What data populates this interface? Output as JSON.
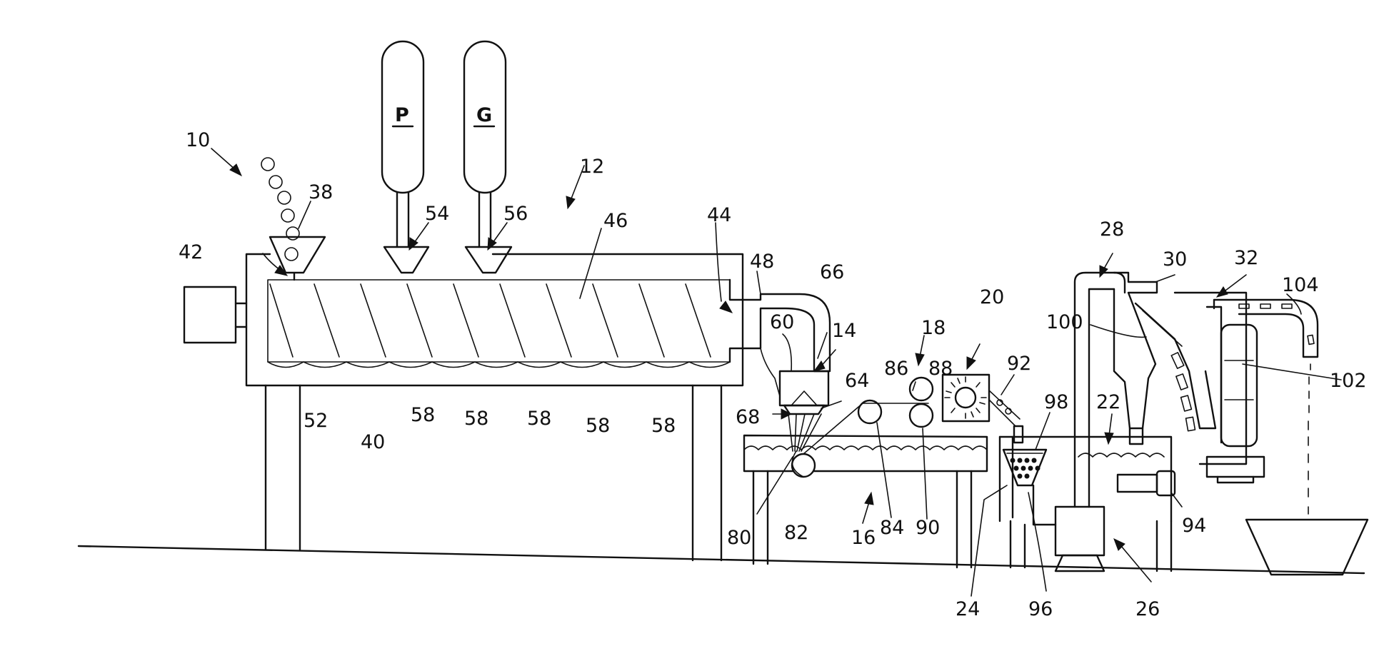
{
  "tanks": {
    "p": "P",
    "g": "G"
  },
  "labels": {
    "n10": "10",
    "n12": "12",
    "n14": "14",
    "n16": "16",
    "n18": "18",
    "n20": "20",
    "n22": "22",
    "n24": "24",
    "n26": "26",
    "n28": "28",
    "n30": "30",
    "n32": "32",
    "n38": "38",
    "n40": "40",
    "n42": "42",
    "n44": "44",
    "n46": "46",
    "n48": "48",
    "n52": "52",
    "n54": "54",
    "n56": "56",
    "n58": "58",
    "n60": "60",
    "n64": "64",
    "n66": "66",
    "n68": "68",
    "n80": "80",
    "n82": "82",
    "n84": "84",
    "n86": "86",
    "n88": "88",
    "n90": "90",
    "n92": "92",
    "n94": "94",
    "n96": "96",
    "n98": "98",
    "n100": "100",
    "n102": "102",
    "n104": "104"
  }
}
